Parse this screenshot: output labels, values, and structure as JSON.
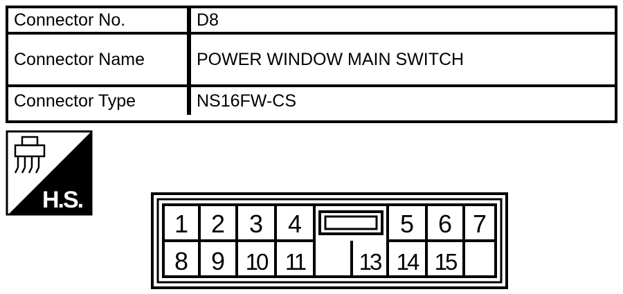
{
  "connector_info": {
    "rows": [
      {
        "label": "Connector No.",
        "value": "D8"
      },
      {
        "label": "Connector Name",
        "value": "POWER WINDOW MAIN SWITCH"
      },
      {
        "label": "Connector Type",
        "value": "NS16FW-CS"
      }
    ]
  },
  "harness_icon": {
    "icon": "harness-side-connector-icon",
    "label": "H.S."
  },
  "connector_face": {
    "top_row": [
      "1",
      "2",
      "3",
      "4",
      "",
      "5",
      "6",
      "7"
    ],
    "bottom_row": [
      "8",
      "9",
      "10",
      "11",
      "",
      "13",
      "14",
      "15",
      ""
    ]
  }
}
